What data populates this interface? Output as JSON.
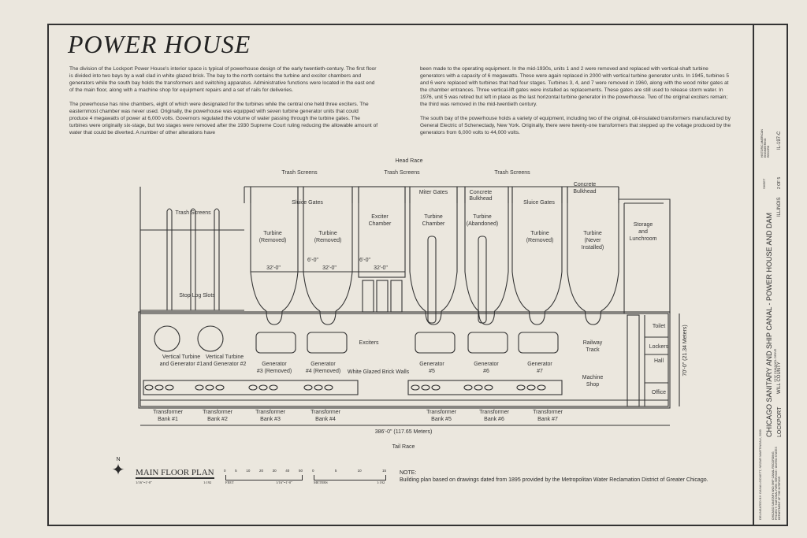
{
  "title": "POWER HOUSE",
  "text_left": [
    "The division of the Lockport Power House's interior space is typical of powerhouse design of the early twentieth-century. The first floor is divided into two bays by a wall clad in white glazed brick. The bay to the north contains the turbine and exciter chambers and generators while the south bay holds the transformers and switching apparatus. Administrative functions were located in the east end of the main floor, along with a machine shop for equipment repairs and a set of rails for deliveries.",
    "The powerhouse has nine chambers, eight of which were designated for the turbines while the central one held three exciters. The easternmost chamber was never used. Originally, the powerhouse was equipped with seven turbine generator units that could produce 4 megawatts of power at 6,000 volts. Governors regulated the volume of water passing through the turbine gates. The turbines were originally six-stage, but two stages were removed after the 1930 Supreme Court ruling reducing the allowable amount of water that could be diverted. A number of other alterations have"
  ],
  "text_right": [
    "been made to the operating equipment. In the mid-1930s, units 1 and 2 were removed and replaced with vertical-shaft turbine generators with a capacity of 6 megawatts. These were again replaced in 2000 with vertical turbine generator units. In 1945, turbines 5 and 6 were replaced with turbines that had four stages. Turbines 3, 4, and 7 were removed in 1960, along with the wood miter gates at the chamber entrances. Three vertical-lift gates were installed as replacements. These gates are still used to release storm water. In 1976, unit 5 was retired but left in place as the last horizontal turbine generator in the powerhouse. Two of the original exciters remain; the third was removed in the mid-twentieth century.",
    "The south bay of the powerhouse holds a variety of equipment, including two of the original, oil-insulated transformers manufactured by General Electric of Schenectady, New York. Originally, there were twenty-one transformers that stepped up the voltage produced by the generators from 6,000 volts to 44,000 volts."
  ],
  "plan": {
    "head_race": "Head Race",
    "tail_race": "Tail Race",
    "trash_screens": "Trash Screens",
    "sluice_gates": "Sluice Gates",
    "miter_gates": "Miter Gates",
    "concrete": "Concrete",
    "bulkhead": "Bulkhead",
    "exciter": "Exciter",
    "chamber": "Chamber",
    "turbine": "Turbine",
    "removed": "(Removed)",
    "abandoned": "(Abandoned)",
    "never": "(Never",
    "installed": "Installed)",
    "storage": "Storage",
    "and": "and",
    "lunchroom": "Lunchroom",
    "dim_32": "32'-0\"",
    "dim_6": "6'-0\"",
    "stop_log_slots": "Stop Log Slots",
    "exciters": "Exciters",
    "vt_line1": "Vertical Turbine",
    "vt1_line2": "and Generator #1",
    "vt2_line2": "and Generator #2",
    "generator": "Generator",
    "gen3": "#3 (Removed)",
    "gen4": "#4 (Removed)",
    "gen5": "#5",
    "gen6": "#6",
    "gen7": "#7",
    "white_glazed": "White Glazed Brick Walls",
    "railway": "Railway",
    "track": "Track",
    "machine": "Machine",
    "shop": "Shop",
    "toilet": "Toilet",
    "lockers": "Lockers",
    "hall": "Hall",
    "office": "Office",
    "width_dim": "70'-0\" (21.34 Meters)",
    "length_dim": "386'-0\" (117.65 Meters)",
    "transformer": "Transformer",
    "banks": [
      "Bank #1",
      "Bank #2",
      "Bank #3",
      "Bank #4",
      "Bank #5",
      "Bank #6",
      "Bank #7"
    ]
  },
  "legend": {
    "north": "N",
    "plan_title": "MAIN FLOOR PLAN",
    "scale_imperial": "1/16\"=1'-0\"",
    "scale_ratio": "1:192",
    "feet_ticks": [
      "0",
      "5",
      "10",
      "20",
      "30",
      "40",
      "50"
    ],
    "feet": "FEET",
    "meters_ticks": [
      "0",
      "5",
      "10",
      "15"
    ],
    "meters": "METERS",
    "note_title": "NOTE:",
    "note_text": "Building plan based on drawings dated from 1895 provided by the Metropolitan Water Reclamation District of Greater Chicago."
  },
  "title_block": {
    "delineated": "DELINEATED BY: DANA LOCKETT, NEZAR MARTINEAU, 2009",
    "sponsor": "CHICAGO SANITARY AND SHIP CANAL RECORDING PROJECT / NATIONAL PARK SERVICE / UNITED STATES DEPARTMENT OF THE INTERIOR",
    "main": "CHICAGO SANITARY AND SHIP CANAL - POWER HOUSE AND DAM",
    "sub1": "2737 CHANNEL DRIVE",
    "sub2": "WILL COUNTY",
    "city": "LOCKPORT",
    "state": "ILLINOIS",
    "sheet_label": "SHEET",
    "sheet": "2 OF 5",
    "record": "HISTORIC AMERICAN ENGINEERING RECORD",
    "number": "IL-197-C"
  }
}
